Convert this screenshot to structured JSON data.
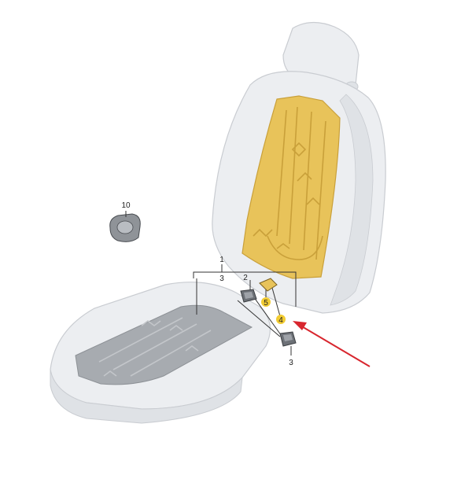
{
  "callouts": {
    "c1": "1",
    "c2": "2",
    "c3a": "3",
    "c3b": "3",
    "c4": "4",
    "c5": "5",
    "c10": "10"
  },
  "colors": {
    "seat_fill": "#eceef1",
    "seat_edge": "#c9ccd1",
    "seat_shadow": "#d5d8dc",
    "heater_mat_back": "#e8c35a",
    "heater_mat_back_edge": "#c9a03a",
    "heater_mat_seat": "#a7abb0",
    "highlight_badge": "#f2cc33",
    "arrow": "#d8262e"
  },
  "icons": {
    "heater_connector": "connector-plug-icon",
    "speaker": "speaker-icon",
    "pointer": "red-arrow-icon"
  }
}
